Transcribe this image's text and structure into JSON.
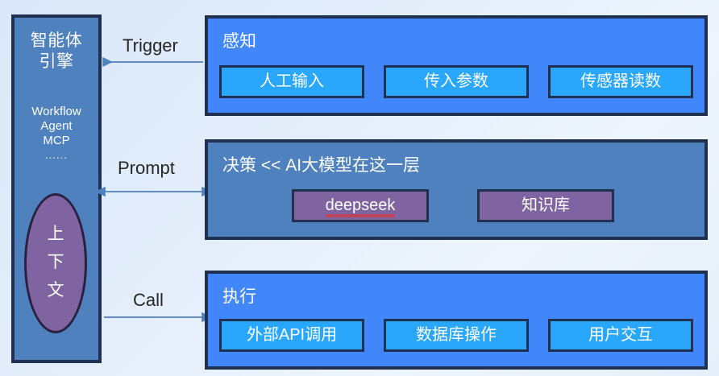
{
  "diagram": {
    "background_color": "#dce9f8",
    "engine": {
      "title": "智能体\n引擎",
      "title_line1": "智能体",
      "title_line2": "引擎",
      "subtitle_line1": "Workflow",
      "subtitle_line2": "Agent",
      "subtitle_line3": "MCP",
      "ellipsis": "......",
      "box_color": "#4E81BD",
      "border_color": "#1F3050",
      "context": {
        "label": "上下文",
        "char1": "上",
        "char2": "下",
        "char3": "文",
        "shape": "ellipse",
        "fill_color": "#8064A2",
        "border_color": "#2A2040"
      }
    },
    "connectors": [
      {
        "label": "Trigger",
        "direction": "left",
        "from": "perception-layer",
        "to": "engine-box",
        "color": "#4E81BD"
      },
      {
        "label": "Prompt",
        "direction": "both",
        "from": "engine-box",
        "to": "decision-layer",
        "color": "#4E81BD"
      },
      {
        "label": "Call",
        "direction": "right",
        "from": "engine-box",
        "to": "execution-layer",
        "color": "#4E81BD"
      }
    ],
    "layers": [
      {
        "id": "perception",
        "title": "感知",
        "fill_color": "#4286FB",
        "chip_color": "#29A7FC",
        "chips": [
          {
            "label": "人工输入"
          },
          {
            "label": "传入参数"
          },
          {
            "label": "传感器读数"
          }
        ]
      },
      {
        "id": "decision",
        "title": "决策 << AI大模型在这一层",
        "fill_color": "#4E81BD",
        "chip_color": "#8064A2",
        "chips": [
          {
            "label": "deepseek",
            "spellcheck_error": true
          },
          {
            "label": "知识库",
            "spellcheck_error": false
          }
        ]
      },
      {
        "id": "execution",
        "title": "执行",
        "fill_color": "#4286FB",
        "chip_color": "#29A7FC",
        "chips": [
          {
            "label": "外部API调用"
          },
          {
            "label": "数据库操作"
          },
          {
            "label": "用户交互"
          }
        ]
      }
    ]
  }
}
